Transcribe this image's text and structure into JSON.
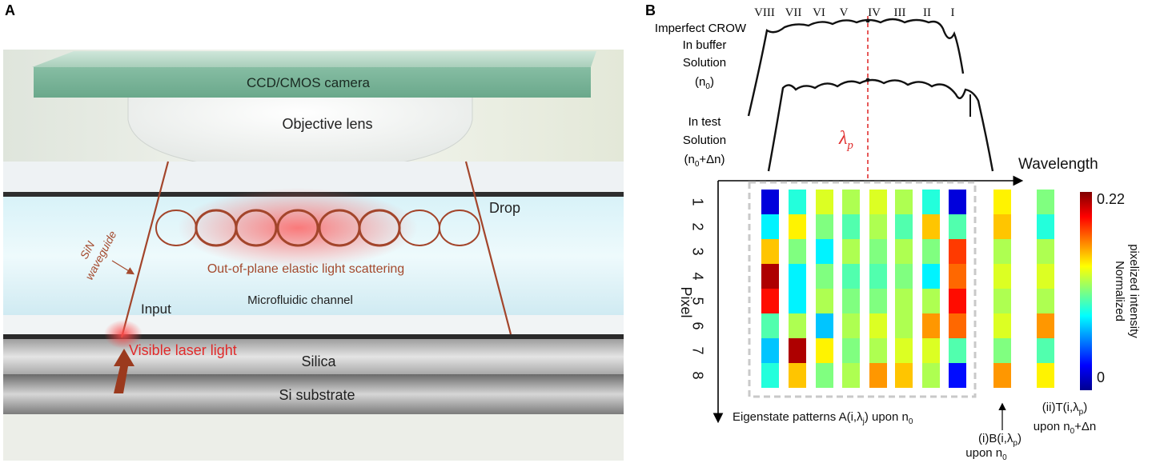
{
  "panel_a": {
    "letter": "A",
    "camera": "CCD/CMOS camera",
    "lens": "Objective lens",
    "waveguide_line1": "SiN",
    "waveguide_line2": "waveguide",
    "drop": "Drop",
    "scatter": "Out-of-plane elastic light scattering",
    "channel": "Microfluidic channel",
    "input": "Input",
    "laser": "Visible laser light",
    "silica": "Silica",
    "substrate": "Si substrate"
  },
  "panel_b": {
    "letter": "B",
    "roman": [
      "VIII",
      "VII",
      "VI",
      "V",
      "IV",
      "III",
      "II",
      "I"
    ],
    "curve1_line1": "Imperfect CROW",
    "curve1_line2": "In buffer",
    "curve1_line3": "Solution",
    "curve1_line4_main": "(n",
    "curve1_line4_sub": "0",
    "curve1_line4_end": ")",
    "curve2_line1": "In test",
    "curve2_line2": "Solution",
    "curve2_line3_a": "(n",
    "curve2_line3_sub": "0",
    "curve2_line3_b": "+Δn)",
    "lambda": "λ",
    "lambda_sub": "p",
    "wavelength": "Wavelength",
    "pixel": "Pixel",
    "pixel_ticks": [
      "1",
      "2",
      "3",
      "4",
      "5",
      "6",
      "7",
      "8"
    ],
    "eigen_a": "Eigenstate patterns A(i,λ",
    "eigen_sub": "j",
    "eigen_b": ") upon n",
    "eigen_sub2": "0",
    "b_label_a": "(i)B(i,λ",
    "b_label_sub": "p",
    "b_label_b": ")",
    "b_upon": "upon n",
    "b_upon_sub": "0",
    "t_label_a": "(ii)T(i,λ",
    "t_label_sub": "p",
    "t_label_b": ")",
    "t_upon": "upon n",
    "t_upon_sub": "0",
    "t_upon_end": "+Δn",
    "cbar_max": "0.22",
    "cbar_min": "0",
    "cbar_title1": "Normalized",
    "cbar_title2": "pixelized intensity"
  },
  "heatmap": {
    "eigen_columns": [
      [
        0.02,
        0.08,
        0.15,
        0.21,
        0.19,
        0.1,
        0.07,
        0.09
      ],
      [
        0.09,
        0.14,
        0.11,
        0.08,
        0.08,
        0.12,
        0.21,
        0.15
      ],
      [
        0.13,
        0.11,
        0.08,
        0.11,
        0.12,
        0.07,
        0.14,
        0.11
      ],
      [
        0.12,
        0.1,
        0.12,
        0.1,
        0.11,
        0.12,
        0.11,
        0.12
      ],
      [
        0.13,
        0.12,
        0.11,
        0.1,
        0.11,
        0.13,
        0.12,
        0.16
      ],
      [
        0.12,
        0.1,
        0.12,
        0.11,
        0.12,
        0.12,
        0.13,
        0.15
      ],
      [
        0.09,
        0.15,
        0.11,
        0.08,
        0.12,
        0.16,
        0.13,
        0.12
      ],
      [
        0.02,
        0.1,
        0.18,
        0.17,
        0.19,
        0.17,
        0.1,
        0.03
      ]
    ],
    "b_column": [
      0.14,
      0.15,
      0.12,
      0.13,
      0.12,
      0.13,
      0.11,
      0.16
    ],
    "t_column": [
      0.11,
      0.09,
      0.12,
      0.13,
      0.12,
      0.16,
      0.1,
      0.14
    ]
  },
  "colors": {
    "red_label": "#e02a2a",
    "rust": "#a44a2e",
    "waveguide": "#a3452b",
    "camera": "#7fb59c",
    "dashed_marker": "#e03030"
  }
}
